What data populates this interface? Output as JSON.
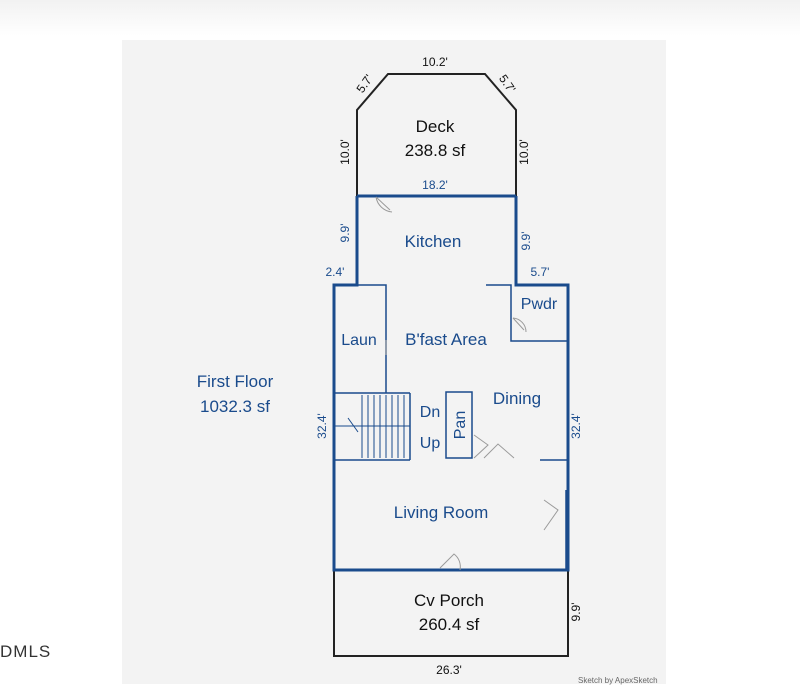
{
  "floor": {
    "name": "First Floor",
    "area": "1032.3 sf"
  },
  "rooms": {
    "deck": {
      "name": "Deck",
      "area": "238.8 sf"
    },
    "kitchen": "Kitchen",
    "pwdr": "Pwdr",
    "laun": "Laun",
    "bfast": "B'fast Area",
    "dining": "Dining",
    "dn": "Dn",
    "up": "Up",
    "pan": "Pan",
    "living": "Living Room",
    "porch": {
      "name": "Cv Porch",
      "area": "260.4 sf"
    }
  },
  "dims": {
    "deck_top": "10.2'",
    "deck_diag_left": "5.7'",
    "deck_diag_right": "5.7'",
    "deck_left": "10.0'",
    "deck_right": "10.0'",
    "deck_bottom": "18.2'",
    "kitchen_left": "9.9'",
    "kitchen_right": "9.9'",
    "step_left": "2.4'",
    "step_right": "5.7'",
    "main_left": "32.4'",
    "main_right": "32.4'",
    "porch_right": "9.9'",
    "porch_bottom": "26.3'"
  },
  "watermark": "DMLS",
  "credit": "Sketch by ApexSketch",
  "colors": {
    "wall": "#1a4b8c",
    "deck_line": "#222222",
    "label": "#1a4b8c",
    "text": "#111111"
  }
}
